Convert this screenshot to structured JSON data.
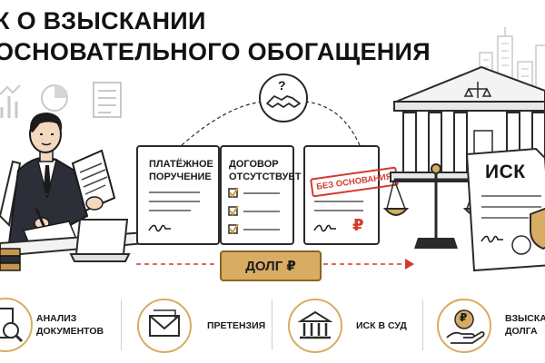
{
  "title": {
    "line1": "К О ВЗЫСКАНИИ",
    "line2": "ОСНОВАТЕЛЬНОГО ОБОГАЩЕНИЯ"
  },
  "cards": {
    "payment": {
      "line1": "ПЛАТЁЖНОЕ",
      "line2": "ПОРУЧЕНИЕ"
    },
    "contract": {
      "line1": "ДОГОВОР",
      "line2": "ОТСУТСТВУЕТ"
    },
    "no_basis": {
      "stamp": "БЕЗ ОСНОВАНИЯ",
      "currency": "₽"
    }
  },
  "question_mark": "?",
  "debt_badge": "ДОЛГ ₽",
  "lawsuit_label": "ИСК",
  "steps": [
    {
      "line1": "АНАЛИЗ",
      "line2": "ДОКУМЕНТОВ"
    },
    {
      "line1": "ПРЕТЕНЗИЯ",
      "line2": ""
    },
    {
      "line1": "ИСК В СУД",
      "line2": ""
    },
    {
      "line1": "ВЗЫСКАНИ",
      "line2": "ДОЛГА"
    }
  ],
  "coin_symbol": "₽",
  "colors": {
    "ink": "#2a2a2a",
    "gold": "#d9ac63",
    "gold_dark": "#8a6320",
    "red": "#d33a2c",
    "check": "#d19a3a"
  }
}
